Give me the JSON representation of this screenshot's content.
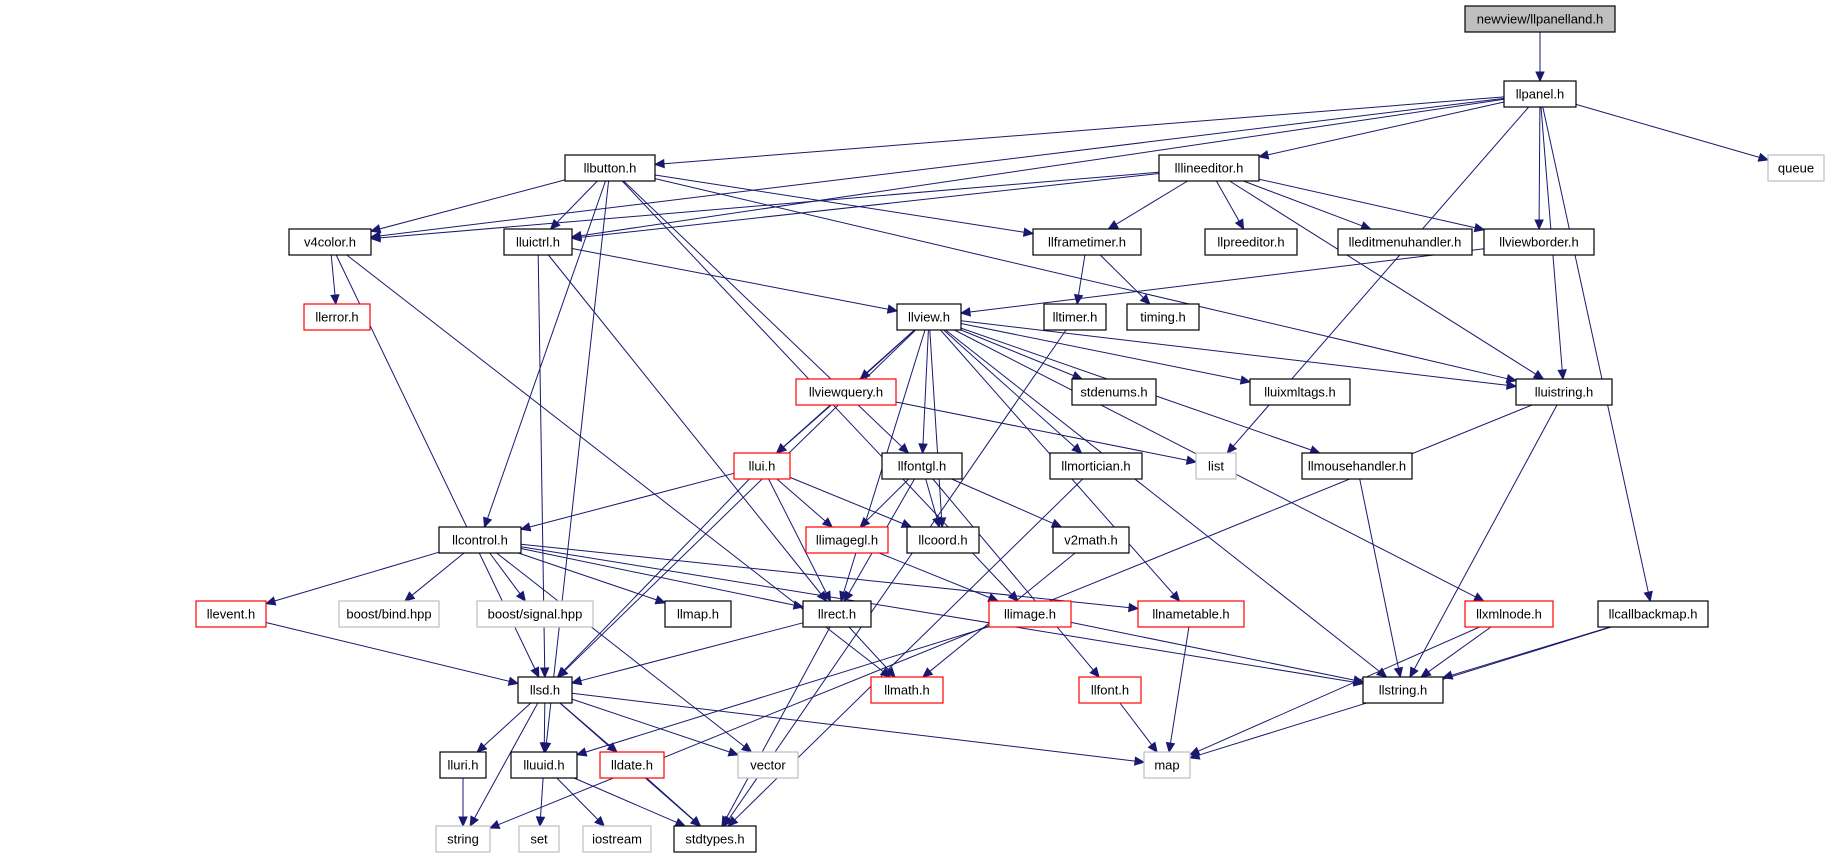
{
  "diagram": {
    "colors": {
      "edge": "#191970",
      "root_fill": "#bfbfbf",
      "normal_stroke": "#000000",
      "truncated_stroke": "#ff0000",
      "external_stroke": "#bfbfbf",
      "fill": "#ffffff"
    },
    "nodes": [
      {
        "id": "root",
        "label": "newview/llpanelland.h",
        "kind": "root"
      },
      {
        "id": "llpanel",
        "label": "llpanel.h",
        "kind": "normal"
      },
      {
        "id": "queue",
        "label": "queue",
        "kind": "external"
      },
      {
        "id": "llbutton",
        "label": "llbutton.h",
        "kind": "normal"
      },
      {
        "id": "lllineeditor",
        "label": "lllineeditor.h",
        "kind": "normal"
      },
      {
        "id": "v4color",
        "label": "v4color.h",
        "kind": "normal"
      },
      {
        "id": "lluictrl",
        "label": "lluictrl.h",
        "kind": "normal"
      },
      {
        "id": "llframetimer",
        "label": "llframetimer.h",
        "kind": "normal"
      },
      {
        "id": "llpreeditor",
        "label": "llpreeditor.h",
        "kind": "normal"
      },
      {
        "id": "lleditmenuhandler",
        "label": "lleditmenuhandler.h",
        "kind": "normal"
      },
      {
        "id": "llviewborder",
        "label": "llviewborder.h",
        "kind": "normal"
      },
      {
        "id": "llerror",
        "label": "llerror.h",
        "kind": "truncated"
      },
      {
        "id": "llview",
        "label": "llview.h",
        "kind": "normal"
      },
      {
        "id": "lltimer",
        "label": "lltimer.h",
        "kind": "normal"
      },
      {
        "id": "timing",
        "label": "timing.h",
        "kind": "normal"
      },
      {
        "id": "llviewquery",
        "label": "llviewquery.h",
        "kind": "truncated"
      },
      {
        "id": "stdenums",
        "label": "stdenums.h",
        "kind": "normal"
      },
      {
        "id": "lluixmltags",
        "label": "lluixmltags.h",
        "kind": "normal"
      },
      {
        "id": "lluistring",
        "label": "lluistring.h",
        "kind": "normal"
      },
      {
        "id": "llui",
        "label": "llui.h",
        "kind": "truncated"
      },
      {
        "id": "llfontgl",
        "label": "llfontgl.h",
        "kind": "normal"
      },
      {
        "id": "llmortician",
        "label": "llmortician.h",
        "kind": "normal"
      },
      {
        "id": "list",
        "label": "list",
        "kind": "external"
      },
      {
        "id": "llmousehandler",
        "label": "llmousehandler.h",
        "kind": "normal"
      },
      {
        "id": "llcontrol",
        "label": "llcontrol.h",
        "kind": "normal"
      },
      {
        "id": "llimagegl",
        "label": "llimagegl.h",
        "kind": "truncated"
      },
      {
        "id": "llcoord",
        "label": "llcoord.h",
        "kind": "normal"
      },
      {
        "id": "v2math",
        "label": "v2math.h",
        "kind": "normal"
      },
      {
        "id": "llevent",
        "label": "llevent.h",
        "kind": "truncated"
      },
      {
        "id": "boostbind",
        "label": "boost/bind.hpp",
        "kind": "external"
      },
      {
        "id": "boostsignal",
        "label": "boost/signal.hpp",
        "kind": "external"
      },
      {
        "id": "llmap",
        "label": "llmap.h",
        "kind": "normal"
      },
      {
        "id": "llrect",
        "label": "llrect.h",
        "kind": "normal"
      },
      {
        "id": "llimage",
        "label": "llimage.h",
        "kind": "truncated"
      },
      {
        "id": "llnametable",
        "label": "llnametable.h",
        "kind": "truncated"
      },
      {
        "id": "llxmlnode",
        "label": "llxmlnode.h",
        "kind": "truncated"
      },
      {
        "id": "llcallbackmap",
        "label": "llcallbackmap.h",
        "kind": "normal"
      },
      {
        "id": "llsd",
        "label": "llsd.h",
        "kind": "normal"
      },
      {
        "id": "llmath",
        "label": "llmath.h",
        "kind": "truncated"
      },
      {
        "id": "llfont",
        "label": "llfont.h",
        "kind": "truncated"
      },
      {
        "id": "llstring",
        "label": "llstring.h",
        "kind": "normal"
      },
      {
        "id": "lluri",
        "label": "lluri.h",
        "kind": "normal"
      },
      {
        "id": "lluuid",
        "label": "lluuid.h",
        "kind": "normal"
      },
      {
        "id": "lldate",
        "label": "lldate.h",
        "kind": "truncated"
      },
      {
        "id": "vector",
        "label": "vector",
        "kind": "external"
      },
      {
        "id": "map",
        "label": "map",
        "kind": "external"
      },
      {
        "id": "string",
        "label": "string",
        "kind": "external"
      },
      {
        "id": "set",
        "label": "set",
        "kind": "external"
      },
      {
        "id": "iostream",
        "label": "iostream",
        "kind": "external"
      },
      {
        "id": "stdtypes",
        "label": "stdtypes.h",
        "kind": "normal"
      }
    ],
    "edges": [
      [
        "root",
        "llpanel"
      ],
      [
        "llpanel",
        "queue"
      ],
      [
        "llpanel",
        "llbutton"
      ],
      [
        "llpanel",
        "lllineeditor"
      ],
      [
        "llpanel",
        "v4color"
      ],
      [
        "llpanel",
        "lluictrl"
      ],
      [
        "llpanel",
        "llviewborder"
      ],
      [
        "llpanel",
        "lluistring"
      ],
      [
        "llpanel",
        "list"
      ],
      [
        "llpanel",
        "llcallbackmap"
      ],
      [
        "llbutton",
        "v4color"
      ],
      [
        "llbutton",
        "lluictrl"
      ],
      [
        "llbutton",
        "llframetimer"
      ],
      [
        "llbutton",
        "llcontrol"
      ],
      [
        "llbutton",
        "llfontgl"
      ],
      [
        "llbutton",
        "lluistring"
      ],
      [
        "llbutton",
        "llimage"
      ],
      [
        "llbutton",
        "lluuid"
      ],
      [
        "lllineeditor",
        "v4color"
      ],
      [
        "lllineeditor",
        "lluictrl"
      ],
      [
        "lllineeditor",
        "llframetimer"
      ],
      [
        "lllineeditor",
        "llpreeditor"
      ],
      [
        "lllineeditor",
        "lleditmenuhandler"
      ],
      [
        "lllineeditor",
        "llviewborder"
      ],
      [
        "lllineeditor",
        "lluistring"
      ],
      [
        "v4color",
        "llerror"
      ],
      [
        "v4color",
        "llsd"
      ],
      [
        "v4color",
        "llmath"
      ],
      [
        "lluictrl",
        "llview"
      ],
      [
        "lluictrl",
        "llrect"
      ],
      [
        "lluictrl",
        "llsd"
      ],
      [
        "llframetimer",
        "lltimer"
      ],
      [
        "llframetimer",
        "timing"
      ],
      [
        "llviewborder",
        "llview"
      ],
      [
        "lltimer",
        "stdtypes"
      ],
      [
        "llview",
        "llviewquery"
      ],
      [
        "llview",
        "stdenums"
      ],
      [
        "llview",
        "lluixmltags"
      ],
      [
        "llview",
        "lluistring"
      ],
      [
        "llview",
        "llui"
      ],
      [
        "llview",
        "llfontgl"
      ],
      [
        "llview",
        "llmortician"
      ],
      [
        "llview",
        "llmousehandler"
      ],
      [
        "llview",
        "llrect"
      ],
      [
        "llview",
        "llcoord"
      ],
      [
        "llview",
        "llnametable"
      ],
      [
        "llview",
        "llxmlnode"
      ],
      [
        "llview",
        "llstring"
      ],
      [
        "llview",
        "llsd"
      ],
      [
        "llviewquery",
        "llui"
      ],
      [
        "llviewquery",
        "list"
      ],
      [
        "llui",
        "llcontrol"
      ],
      [
        "llui",
        "llimagegl"
      ],
      [
        "llui",
        "llcoord"
      ],
      [
        "llui",
        "llrect"
      ],
      [
        "llui",
        "llsd"
      ],
      [
        "llfontgl",
        "llimagegl"
      ],
      [
        "llfontgl",
        "llcoord"
      ],
      [
        "llfontgl",
        "v2math"
      ],
      [
        "llfontgl",
        "llrect"
      ],
      [
        "llfontgl",
        "llfont"
      ],
      [
        "llmortician",
        "stdtypes"
      ],
      [
        "llmousehandler",
        "llstring"
      ],
      [
        "llcontrol",
        "llevent"
      ],
      [
        "llcontrol",
        "boostbind"
      ],
      [
        "llcontrol",
        "boostsignal"
      ],
      [
        "llcontrol",
        "llmap"
      ],
      [
        "llcontrol",
        "llrect"
      ],
      [
        "llcontrol",
        "llnametable"
      ],
      [
        "llcontrol",
        "llstring"
      ],
      [
        "llcontrol",
        "vector"
      ],
      [
        "llimagegl",
        "llimage"
      ],
      [
        "v2math",
        "llmath"
      ],
      [
        "llevent",
        "llsd"
      ],
      [
        "llrect",
        "llsd"
      ],
      [
        "llrect",
        "llmath"
      ],
      [
        "llrect",
        "stdtypes"
      ],
      [
        "llimage",
        "llstring"
      ],
      [
        "llimage",
        "lluuid"
      ],
      [
        "llnametable",
        "map"
      ],
      [
        "llxmlnode",
        "llstring"
      ],
      [
        "llxmlnode",
        "map"
      ],
      [
        "llcallbackmap",
        "llstring"
      ],
      [
        "llcallbackmap",
        "map"
      ],
      [
        "lluistring",
        "llstring"
      ],
      [
        "lluistring",
        "string"
      ],
      [
        "llfont",
        "map"
      ],
      [
        "llsd",
        "lluri"
      ],
      [
        "llsd",
        "lluuid"
      ],
      [
        "llsd",
        "lldate"
      ],
      [
        "llsd",
        "vector"
      ],
      [
        "llsd",
        "map"
      ],
      [
        "llsd",
        "string"
      ],
      [
        "llsd",
        "stdtypes"
      ],
      [
        "lluri",
        "string"
      ],
      [
        "lluuid",
        "set"
      ],
      [
        "lluuid",
        "iostream"
      ],
      [
        "lluuid",
        "stdtypes"
      ],
      [
        "lldate",
        "stdtypes"
      ]
    ]
  }
}
